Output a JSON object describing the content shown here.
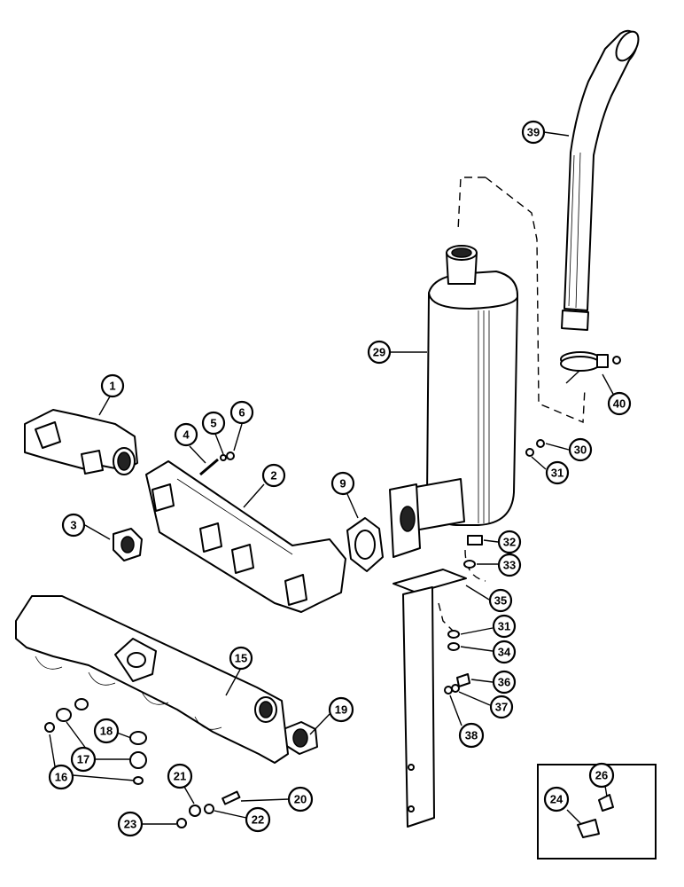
{
  "callouts": {
    "c1": "1",
    "c2": "2",
    "c3": "3",
    "c4": "4",
    "c5": "5",
    "c6": "6",
    "c9": "9",
    "c15": "15",
    "c16": "16",
    "c17": "17",
    "c18": "18",
    "c19": "19",
    "c20": "20",
    "c21": "21",
    "c22": "22",
    "c23": "23",
    "c24": "24",
    "c26": "26",
    "c29": "29",
    "c30": "30",
    "c31a": "31",
    "c31b": "31",
    "c32": "32",
    "c33": "33",
    "c34": "34",
    "c35": "35",
    "c36": "36",
    "c37": "37",
    "c38": "38",
    "c39": "39",
    "c40": "40"
  }
}
